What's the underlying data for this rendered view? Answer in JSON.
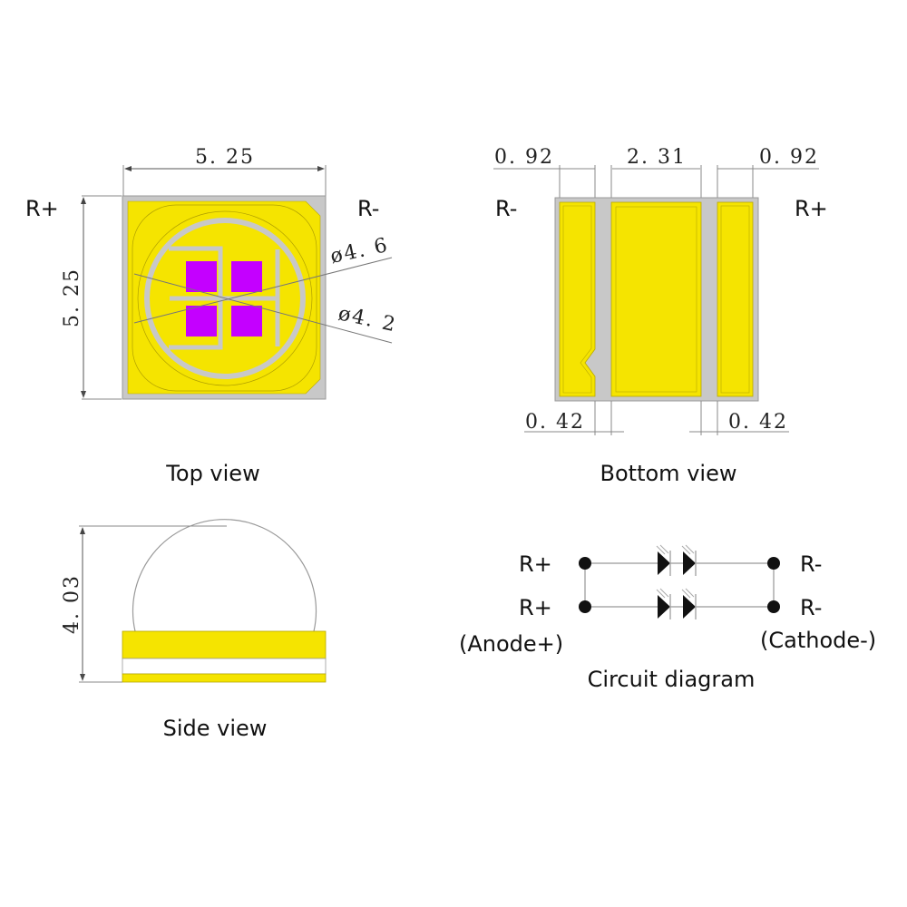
{
  "colors": {
    "pad_yellow": "#f5e400",
    "substrate_gray": "#c8c8c8",
    "chip_magenta": "#c400ff",
    "dim_line": "#777777",
    "text": "#111111"
  },
  "top_view": {
    "caption": "Top view",
    "label_left": "R+",
    "label_right": "R-",
    "dim_width": "5. 25",
    "dim_height": "5. 25",
    "dim_outer_circle": "ø4. 6",
    "dim_inner_circle": "ø4. 2",
    "chip_count": 4
  },
  "bottom_view": {
    "caption": "Bottom view",
    "label_left": "R-",
    "label_right": "R+",
    "dim_left_pad": "0. 92",
    "dim_center_pad": "2. 31",
    "dim_right_pad": "0. 92",
    "dim_left_gap": "0. 42",
    "dim_right_gap": "0. 42"
  },
  "side_view": {
    "caption": "Side view",
    "dim_height": "4. 03"
  },
  "circuit": {
    "caption": "Circuit diagram",
    "rows": [
      {
        "left": "R+",
        "right": "R-",
        "leds": 2
      },
      {
        "left": "R+",
        "right": "R-",
        "leds": 2
      }
    ],
    "anode_label": "(Anode+)",
    "cathode_label": "(Cathode-)"
  }
}
